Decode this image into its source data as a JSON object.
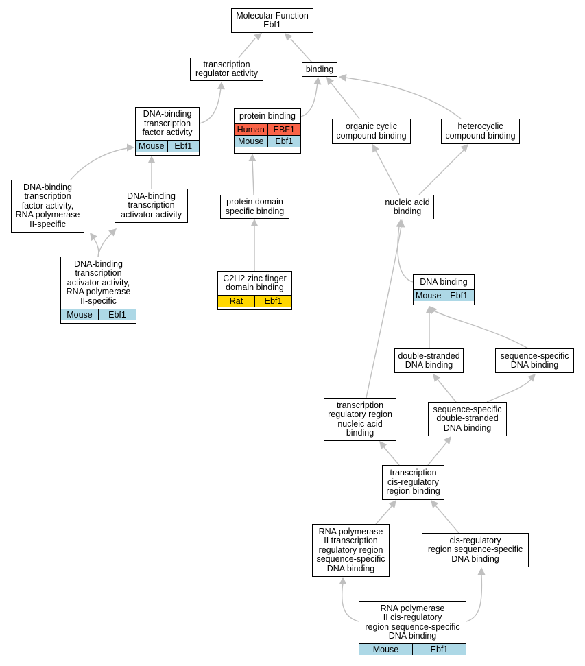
{
  "colors": {
    "edge": "#c0c0c0",
    "mouse": "#add8e6",
    "human": "#fa6347",
    "rat": "#ffd700"
  },
  "nodes": {
    "mf": {
      "label": "Molecular Function\nEbf1"
    },
    "tra": {
      "label": "transcription\nregulator activity"
    },
    "bind": {
      "label": "binding"
    },
    "dbtfa": {
      "label": "DNA-binding\ntranscription\nfactor activity",
      "annots": [
        {
          "species": "Mouse",
          "gene": "Ebf1",
          "color": "mouse"
        }
      ]
    },
    "pbind": {
      "label": "protein binding",
      "annots": [
        {
          "species": "Human",
          "gene": "EBF1",
          "color": "human"
        },
        {
          "species": "Mouse",
          "gene": "Ebf1",
          "color": "mouse"
        }
      ]
    },
    "occb": {
      "label": "organic cyclic\ncompound binding"
    },
    "hcb": {
      "label": "heterocyclic\ncompound binding"
    },
    "dbtfa2": {
      "label": "DNA-binding\ntranscription\nfactor activity,\nRNA polymerase\nII-specific"
    },
    "dbtaa": {
      "label": "DNA-binding\ntranscription\nactivator activity"
    },
    "pdsb": {
      "label": "protein domain\nspecific binding"
    },
    "nab": {
      "label": "nucleic acid\nbinding"
    },
    "dbtaa2": {
      "label": "DNA-binding\ntranscription\nactivator activity,\nRNA polymerase\nII-specific",
      "annots": [
        {
          "species": "Mouse",
          "gene": "Ebf1",
          "color": "mouse"
        }
      ]
    },
    "c2h2": {
      "label": "C2H2 zinc finger\ndomain binding",
      "annots": [
        {
          "species": "Rat",
          "gene": "Ebf1",
          "color": "rat"
        }
      ]
    },
    "dnab": {
      "label": "DNA binding",
      "annots": [
        {
          "species": "Mouse",
          "gene": "Ebf1",
          "color": "mouse"
        }
      ]
    },
    "dsdna": {
      "label": "double-stranded\nDNA binding"
    },
    "ssdna": {
      "label": "sequence-specific\nDNA binding"
    },
    "trrnab": {
      "label": "transcription\nregulatory region\nnucleic acid\nbinding"
    },
    "ssdsdna": {
      "label": "sequence-specific\ndouble-stranded\nDNA binding"
    },
    "tcrrb": {
      "label": "transcription\ncis-regulatory\nregion binding"
    },
    "rnapii": {
      "label": "RNA polymerase\nII transcription\nregulatory region\nsequence-specific\nDNA binding"
    },
    "crrssdna": {
      "label": "cis-regulatory\nregion sequence-specific\nDNA binding"
    },
    "rnapcrr": {
      "label": "RNA polymerase\nII cis-regulatory\nregion sequence-specific\nDNA binding",
      "annots": [
        {
          "species": "Mouse",
          "gene": "Ebf1",
          "color": "mouse"
        }
      ]
    }
  }
}
